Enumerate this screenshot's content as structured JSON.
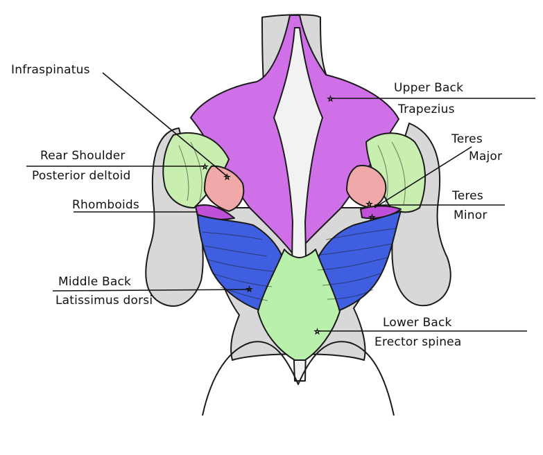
{
  "colors": {
    "trapezius": "#d070e8",
    "latissimus": "#3f5fe0",
    "erector": "#b9f0ac",
    "deltoid": "#c8eeb0",
    "infraspinatus": "#f0a8a8",
    "rhomboid": "#c050d8",
    "skin": "#d8d8d8",
    "outline": "#1a1a1a",
    "spine": "#f2f2f2"
  },
  "labels": {
    "infraspinatus": "Infraspinatus",
    "rear_shoulder": "Rear Shoulder",
    "posterior_deltoid": "Posterior deltoid",
    "rhomboids": "Rhomboids",
    "middle_back": "Middle Back",
    "latissimus_dorsi": "Latissimus dorsi",
    "upper_back": "Upper Back",
    "trapezius": "Trapezius",
    "teres_major_1": "Teres",
    "teres_major_2": "Major",
    "teres_minor_1": "Teres",
    "teres_minor_2": "Minor",
    "lower_back": "Lower Back",
    "erector_spinea": "Erector spinea"
  }
}
